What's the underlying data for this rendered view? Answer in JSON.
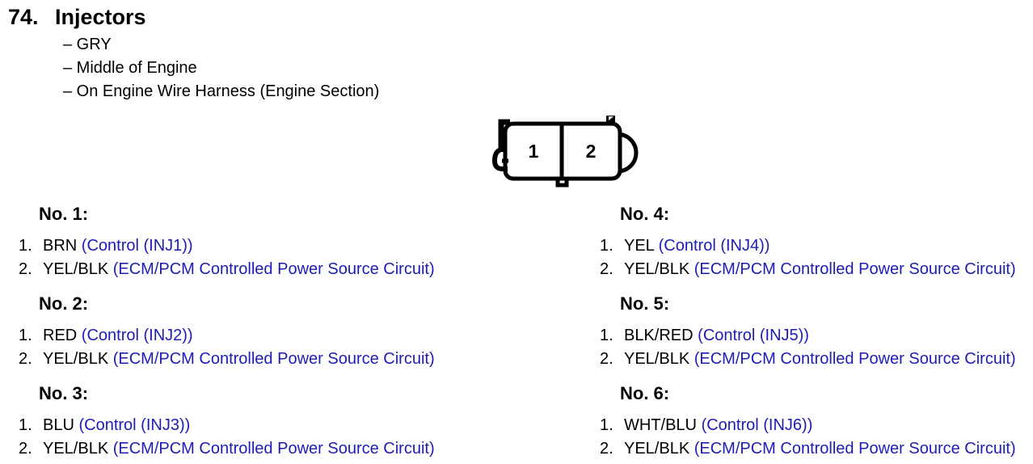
{
  "header": {
    "item_number": "74.",
    "title": "Injectors"
  },
  "attributes": [
    "– GRY",
    "– Middle of Engine",
    "– On Engine Wire Harness (Engine Section)"
  ],
  "connector": {
    "description": "2-pin connector drawing",
    "pin1": "1",
    "pin2": "2"
  },
  "colors": {
    "circuit_blue": "#1d1db5",
    "ink": "#000000"
  },
  "sections": [
    {
      "heading": "No. 1:",
      "pins": [
        {
          "num": "1.",
          "wire": "BRN",
          "circuit": "(Control (INJ1))"
        },
        {
          "num": "2.",
          "wire": "YEL/BLK",
          "circuit": "(ECM/PCM Controlled Power Source Circuit)"
        }
      ]
    },
    {
      "heading": "No. 2:",
      "pins": [
        {
          "num": "1.",
          "wire": "RED",
          "circuit": "(Control (INJ2))"
        },
        {
          "num": "2.",
          "wire": "YEL/BLK",
          "circuit": "(ECM/PCM Controlled Power Source Circuit)"
        }
      ]
    },
    {
      "heading": "No. 3:",
      "pins": [
        {
          "num": "1.",
          "wire": "BLU",
          "circuit": "(Control (INJ3))"
        },
        {
          "num": "2.",
          "wire": "YEL/BLK",
          "circuit": "(ECM/PCM Controlled Power Source Circuit)"
        }
      ]
    },
    {
      "heading": "No. 4:",
      "pins": [
        {
          "num": "1.",
          "wire": "YEL",
          "circuit": "(Control (INJ4))"
        },
        {
          "num": "2.",
          "wire": "YEL/BLK",
          "circuit": "(ECM/PCM Controlled Power Source Circuit)"
        }
      ]
    },
    {
      "heading": "No. 5:",
      "pins": [
        {
          "num": "1.",
          "wire": "BLK/RED",
          "circuit": "(Control (INJ5))"
        },
        {
          "num": "2.",
          "wire": "YEL/BLK",
          "circuit": "(ECM/PCM Controlled Power Source Circuit)"
        }
      ]
    },
    {
      "heading": "No. 6:",
      "pins": [
        {
          "num": "1.",
          "wire": "WHT/BLU",
          "circuit": "(Control (INJ6))"
        },
        {
          "num": "2.",
          "wire": "YEL/BLK",
          "circuit": "(ECM/PCM Controlled Power Source Circuit)"
        }
      ]
    }
  ]
}
